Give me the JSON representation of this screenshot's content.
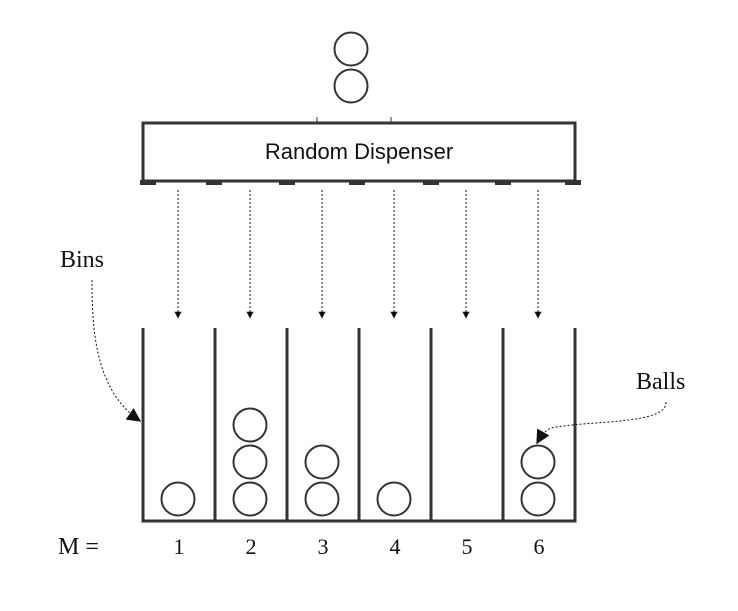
{
  "dispenser": {
    "label": "Random Dispenser",
    "incoming_balls": 2
  },
  "labels": {
    "bins": "Bins",
    "balls": "Balls",
    "m_equals": "M ="
  },
  "bins": [
    {
      "number": "1",
      "ball_count": 1,
      "has_drop_arrow": true
    },
    {
      "number": "2",
      "ball_count": 3,
      "has_drop_arrow": true
    },
    {
      "number": "3",
      "ball_count": 2,
      "has_drop_arrow": true
    },
    {
      "number": "4",
      "ball_count": 1,
      "has_drop_arrow": true
    },
    {
      "number": "5",
      "ball_count": 0,
      "has_drop_arrow": true
    },
    {
      "number": "6",
      "ball_count": 2,
      "has_drop_arrow": true
    }
  ],
  "colors": {
    "stroke": "#333333",
    "text": "#111111",
    "background": "#ffffff"
  }
}
